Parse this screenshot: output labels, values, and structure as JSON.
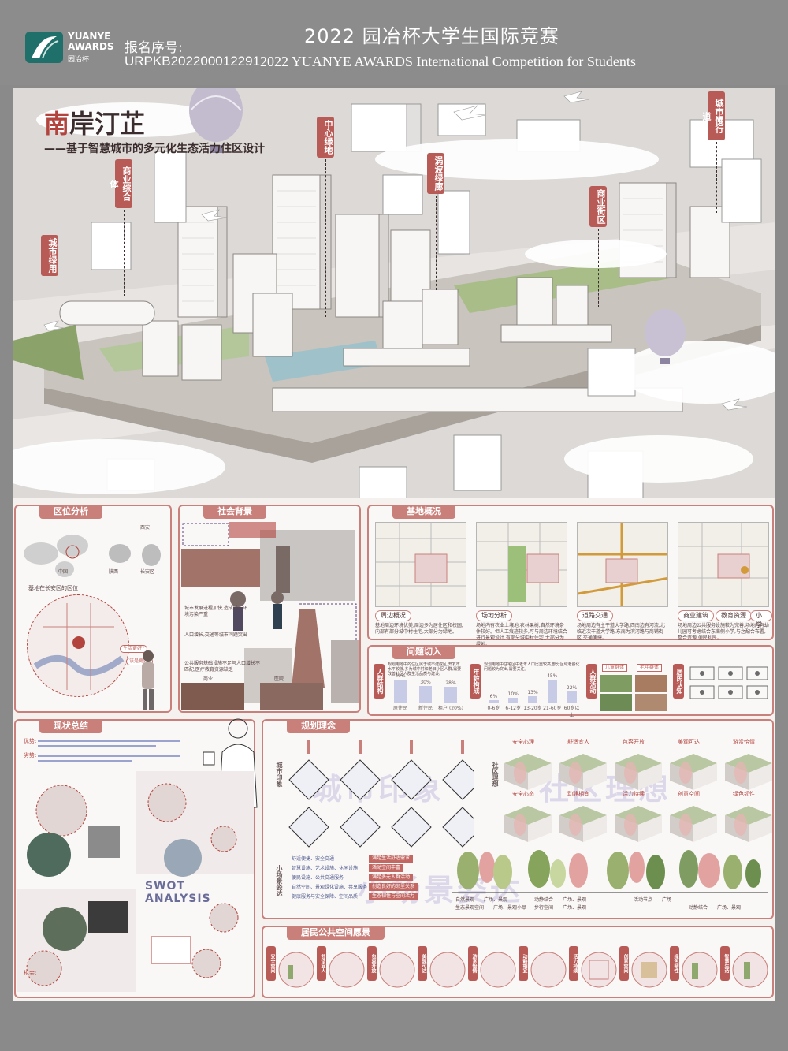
{
  "header": {
    "logo_name": "YUANYE AWARDS",
    "logo_cn": "园冶杯",
    "title": "2022 园冶杯大学生国际竞赛",
    "reg_label": "报名序号:",
    "reg_code": "URPKB202200012291",
    "title_en": "2022 YUANYE AWARDS International Competition for  Students"
  },
  "hero": {
    "title_red": "南",
    "title_rest": "岸汀芷",
    "subtitle": "——基于智慧城市的多元化生态活力住区设计",
    "labels": [
      "城市绿用",
      "商业综合体",
      "中心绿地",
      "涡波绿廊",
      "商业街区",
      "城市慢行道"
    ]
  },
  "panels": {
    "location": {
      "title": "区位分析",
      "caption": "基地在长安区的区位",
      "map_labels": [
        "中国",
        "陕西",
        "长安区",
        "西安"
      ],
      "bubbles": [
        "生活更好?",
        "该是更好!"
      ]
    },
    "social": {
      "title": "社会背景",
      "notes": [
        "城市发展进程加快,造成城市环境污染严重",
        "人口增长,交通等城市问题突出",
        "公共服务基础设施不足与人口增长不匹配,医疗教育资源缺乏"
      ],
      "captions": [
        "商业",
        "医院"
      ]
    },
    "site": {
      "title": "基地概况",
      "maps": [
        {
          "label": "周边概况",
          "text": "基地周边环境优美,周边多为居住区和校园,内部有部分城中村住宅,大部分为绿地。"
        },
        {
          "label": "场地分析",
          "text": "场地内有农业土壤地,农林果树,自然环境条件较好。但人工痕迹较多,可与周边环境结合进行景观设计,有部分城中村住宅,大部分为绿地。"
        },
        {
          "label": "道路交通",
          "text": "场地周边有主干道大学路,西南边有河流,北临近次干道大学路,东南为滨河路与商铺街区,交通便捷。"
        },
        {
          "label": "商业建筑",
          "text": "场地周边公共服务设施较为完善,场地内有幼儿园可考虑结合东南侧小学,与之配合布置,整合资源,便民利民。"
        }
      ],
      "extra_labels": [
        "教育资源",
        "小学"
      ]
    },
    "issue": {
      "title": "问题切入",
      "group1": {
        "tag": "人群结构",
        "text": "规划用地中的住区属于城市建成区,开发市水平较低,多为城中村和老旧小区人群,需要改善社区人群生活品质与建设。",
        "categories": [
          "原住民",
          "新住民",
          "租户 (20%)"
        ],
        "values": [
          40,
          30,
          28
        ],
        "value_labels": [
          "40%",
          "30%",
          "28%"
        ]
      },
      "group2": {
        "tag": "年龄构成",
        "text": "规划用地中住宅区中老年人口比重较高,部分区域老龄化问题较为突出,需要关注。",
        "categories": [
          "0-6岁",
          "6-12岁",
          "13-20岁",
          "21-60岁",
          "60岁以上"
        ],
        "values": [
          6,
          10,
          13,
          45,
          22
        ],
        "value_labels": [
          "6%",
          "10%",
          "13%",
          "45%",
          "22%"
        ]
      },
      "group3": {
        "tag": "人群活动",
        "labels": [
          "儿童群体",
          "老年群体"
        ]
      },
      "group4": {
        "tag": "居民认知"
      }
    },
    "status": {
      "title": "现状总结",
      "tags": [
        "优势:",
        "劣势:"
      ],
      "swot": "SWOT ANALYSIS",
      "tags_bottom": [
        "机会:"
      ]
    },
    "concept": {
      "title": "规划理念",
      "left_tag": "城市印象",
      "right_tag": "社区理想",
      "watermark_left": "城市印象",
      "watermark_right": "社区理想",
      "watermark_bottom": "小场景姿达",
      "cube_labels": [
        "安全心理",
        "舒适宜人",
        "包容开放",
        "美观可达",
        "游赏怡情",
        "安全心态",
        "动静相宜",
        "活力持续",
        "创意空间",
        "绿色韧性"
      ],
      "bottom_tag": "小场景姿达",
      "keywords": [
        "舒适便捷、安全交通",
        "智慧设施、艺术设施、休闲设施",
        "便民设施、公共交通服务",
        "自然空间、景观绿化设施、共享服务",
        "健康服务与安全保障、空间品质"
      ],
      "pills": [
        "满足生活舒适需求",
        "活动空间丰富",
        "满足多元人群活动",
        "创造良好的邻里关系",
        "生态韧性与空间活力"
      ],
      "tree_captions": [
        "自然景观——广场、景观",
        "生态景观空间——广场、景观小品",
        "动静结合——广场、景观",
        "步行空间——广场、景观",
        "活动节点——广场",
        "动静结合——广场、景观"
      ]
    },
    "public": {
      "title": "居民公共空间愿景",
      "tags": [
        "安全空间",
        "舒适宜人",
        "包容开放",
        "美观可达",
        "游赏怡情",
        "动静相宜",
        "活力持续",
        "创意空间",
        "绿色韧性",
        "智慧生活"
      ]
    }
  },
  "colors": {
    "accent": "#c9807b",
    "red": "#b3443d",
    "bar": "#c7cbe6",
    "header_bg": "#8c8c8c"
  }
}
